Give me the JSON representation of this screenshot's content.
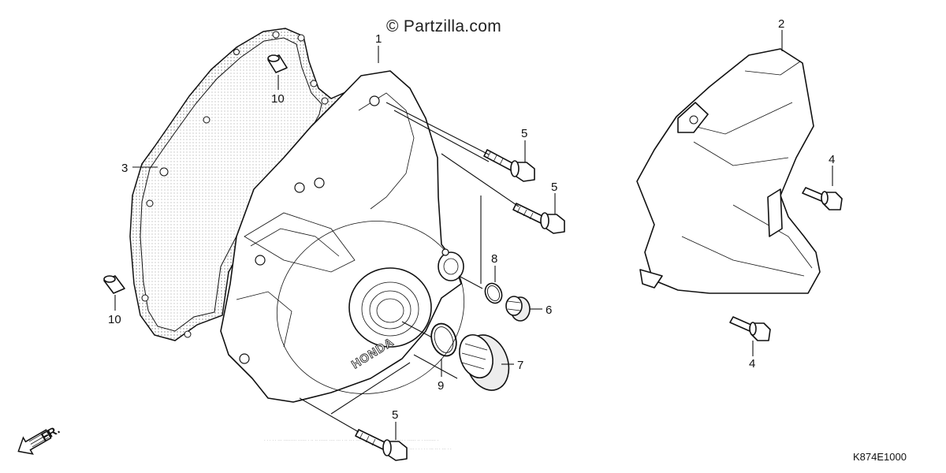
{
  "watermark": "© Partzilla.com",
  "diagram_code": "K874E1000",
  "direction_indicator": "FR.",
  "brand_mark": "HONDA",
  "fine_print": {
    "line1": "· · · · · ··· ········· ······ · ·· ·· ······ ···· ··· · ·· ·· · ···· ···· ······· ······ ··· ···· · ······ ·· · ········ ·",
    "line2": "··· · · · · · ··· ·· · ··· · ·"
  },
  "callouts": [
    {
      "id": "c1",
      "text": "1"
    },
    {
      "id": "c2",
      "text": "2"
    },
    {
      "id": "c3",
      "text": "3"
    },
    {
      "id": "c4a",
      "text": "4"
    },
    {
      "id": "c4b",
      "text": "4"
    },
    {
      "id": "c5a",
      "text": "5"
    },
    {
      "id": "c5b",
      "text": "5"
    },
    {
      "id": "c5c",
      "text": "5"
    },
    {
      "id": "c6",
      "text": "6"
    },
    {
      "id": "c7",
      "text": "7"
    },
    {
      "id": "c8",
      "text": "8"
    },
    {
      "id": "c9",
      "text": "9"
    },
    {
      "id": "c10a",
      "text": "10"
    },
    {
      "id": "c10b",
      "text": "10"
    }
  ]
}
